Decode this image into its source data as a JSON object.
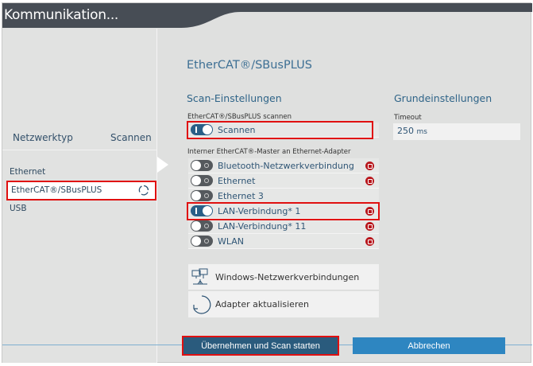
{
  "window": {
    "title": "Kommunikation..."
  },
  "left": {
    "header_type": "Netzwerktyp",
    "header_scan": "Scannen",
    "items": [
      {
        "label": "Ethernet"
      },
      {
        "label": "EtherCAT®/SBusPLUS"
      },
      {
        "label": "USB"
      }
    ]
  },
  "main": {
    "title": "EtherCAT®/SBusPLUS",
    "scan": {
      "heading": "Scan-Einstellungen",
      "scan_label": "EtherCAT®/SBusPLUS scannen",
      "scan_toggle": "Scannen",
      "scan_on": true,
      "adapter_label": "Interner EtherCAT®-Master an Ethernet-Adapter",
      "adapters": [
        {
          "name": "Bluetooth-Netzwerkverbindung",
          "on": false,
          "error": true
        },
        {
          "name": "Ethernet",
          "on": false,
          "error": true
        },
        {
          "name": "Ethernet 3",
          "on": false,
          "error": false
        },
        {
          "name": "LAN-Verbindung* 1",
          "on": true,
          "error": true
        },
        {
          "name": "LAN-Verbindung* 11",
          "on": false,
          "error": true
        },
        {
          "name": "WLAN",
          "on": false,
          "error": true
        }
      ]
    },
    "basic": {
      "heading": "Grundeinstellungen",
      "timeout_label": "Timeout",
      "timeout_value": "250",
      "timeout_unit": "ms"
    },
    "actions": {
      "network_connections": "Windows-Netzwerkverbindungen",
      "refresh_adapters": "Adapter aktualisieren"
    }
  },
  "footer": {
    "apply": "Übernehmen und Scan starten",
    "cancel": "Abbrechen"
  },
  "colors": {
    "titlebar": "#474d55",
    "accent": "#2a5b7d",
    "cancel": "#2e86c1",
    "highlight": "#e01010"
  }
}
